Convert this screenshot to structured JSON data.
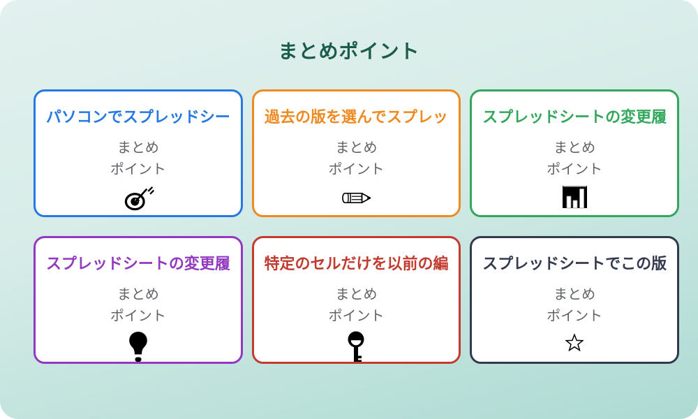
{
  "page": {
    "title": "まとめポイント",
    "title_color": "#1a5c49",
    "background_top_color": "#e2f1ee",
    "background_bottom_color": "#addad3"
  },
  "cards": [
    {
      "title": "パソコンでスプレッドシー",
      "color": "#2679e2",
      "subtitle": [
        "まとめ",
        "ポイント"
      ],
      "icon": "direct-hit-target"
    },
    {
      "title": "過去の版を選んでスプレッ",
      "color": "#ee8a22",
      "subtitle": [
        "まとめ",
        "ポイント"
      ],
      "icon": "pencil"
    },
    {
      "title": "スプレッドシートの変更履",
      "color": "#33a85c",
      "subtitle": [
        "まとめ",
        "ポイント"
      ],
      "icon": "bar-chart"
    },
    {
      "title": "スプレッドシートの変更履",
      "color": "#9239c0",
      "subtitle": [
        "まとめ",
        "ポイント"
      ],
      "icon": "light-bulb"
    },
    {
      "title": "特定のセルだけを以前の編",
      "color": "#c23b2e",
      "subtitle": [
        "まとめ",
        "ポイント"
      ],
      "icon": "key"
    },
    {
      "title": "スプレッドシートでこの版",
      "color": "#333a4d",
      "subtitle": [
        "まとめ",
        "ポイント"
      ],
      "icon": "star"
    }
  ]
}
